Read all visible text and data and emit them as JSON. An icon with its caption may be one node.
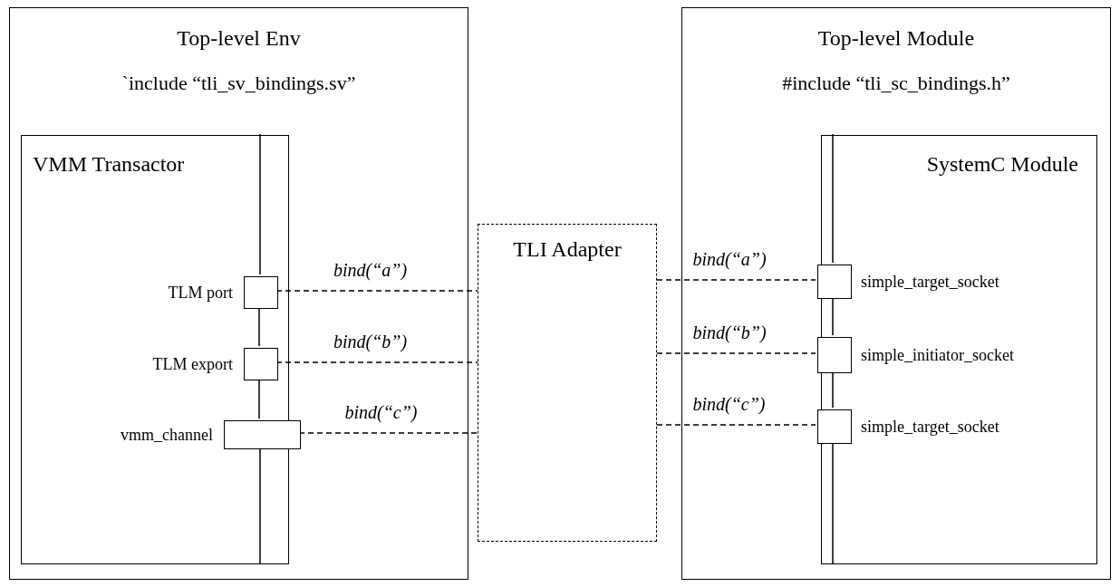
{
  "diagram": {
    "nodes": [
      {
        "text": [
          "Top-level Env",
          "`include “tli_sv_bindings.sv”"
        ]
      },
      {
        "text": [
          "VMM Transactor"
        ],
        "in": 0
      },
      {
        "text": [],
        "shape": "box",
        "in": 1,
        "beside": [
          "TLM port"
        ]
      },
      {
        "text": [],
        "shape": "box",
        "in": 1,
        "beside": [
          "TLM export"
        ]
      },
      {
        "text": [],
        "shape": "box",
        "in": 1,
        "beside": [
          "vmm_channel"
        ]
      },
      {
        "text": [
          "TLI Adapter"
        ]
      },
      {
        "text": [
          "Top-level Module",
          "#include “tli_sc_bindings.h”"
        ]
      },
      {
        "text": [
          "SystemC Module"
        ],
        "in": 6
      },
      {
        "text": [],
        "shape": "box",
        "in": 7,
        "beside": [
          "simple_target_socket"
        ]
      },
      {
        "text": [],
        "shape": "box",
        "in": 7,
        "beside": [
          "simple_initiator_socket"
        ]
      },
      {
        "text": [],
        "shape": "box",
        "in": 7,
        "beside": [
          "simple_target_socket"
        ]
      }
    ],
    "edges": [
      {
        "from": 2,
        "to": 3,
        "arrow": "none"
      },
      {
        "from": 3,
        "to": 4,
        "arrow": "none"
      },
      {
        "from": 8,
        "to": 9,
        "arrow": "none"
      },
      {
        "from": 9,
        "to": 10,
        "arrow": "none"
      },
      {
        "from": 2,
        "to": 5,
        "arrow": "none",
        "style": "dashed",
        "label": "bind(“a”)"
      },
      {
        "from": 3,
        "to": 5,
        "arrow": "none",
        "style": "dashed",
        "label": "bind(“b”)"
      },
      {
        "from": 4,
        "to": 5,
        "arrow": "none",
        "style": "dashed",
        "label": "bind(“c”)"
      },
      {
        "from": 5,
        "to": 8,
        "arrow": "none",
        "style": "dashed",
        "label": "bind(“a”)"
      },
      {
        "from": 5,
        "to": 9,
        "arrow": "none",
        "style": "dashed",
        "label": "bind(“b”)"
      },
      {
        "from": 5,
        "to": 10,
        "arrow": "none",
        "style": "dashed",
        "label": "bind(“c”)"
      }
    ]
  }
}
